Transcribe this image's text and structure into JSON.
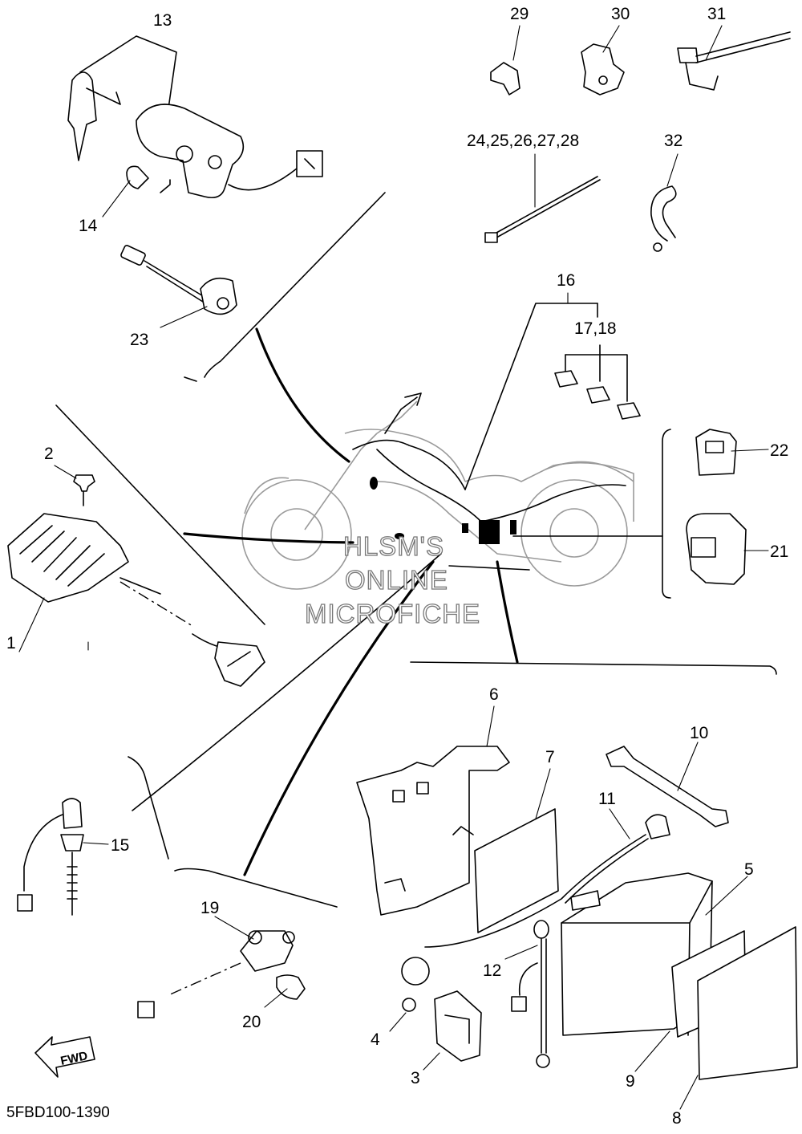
{
  "diagram": {
    "callouts": {
      "c1": "1",
      "c2": "2",
      "c3": "3",
      "c4": "4",
      "c5": "5",
      "c6": "6",
      "c7": "7",
      "c8": "8",
      "c9": "9",
      "c10": "10",
      "c11": "11",
      "c12": "12",
      "c13": "13",
      "c14": "14",
      "c15": "15",
      "c16": "16",
      "c17_18": "17,18",
      "c19": "19",
      "c20": "20",
      "c21": "21",
      "c22": "22",
      "c23": "23",
      "c24_28": "24,25,26,27,28",
      "c29": "29",
      "c30": "30",
      "c31": "31",
      "c32": "32"
    },
    "fwd_label": "FWD",
    "diagram_code": "5FBD100-1390",
    "watermark": {
      "line1": "HLSM'S",
      "line2": "ONLINE",
      "line3": "MICROFICHE"
    }
  }
}
